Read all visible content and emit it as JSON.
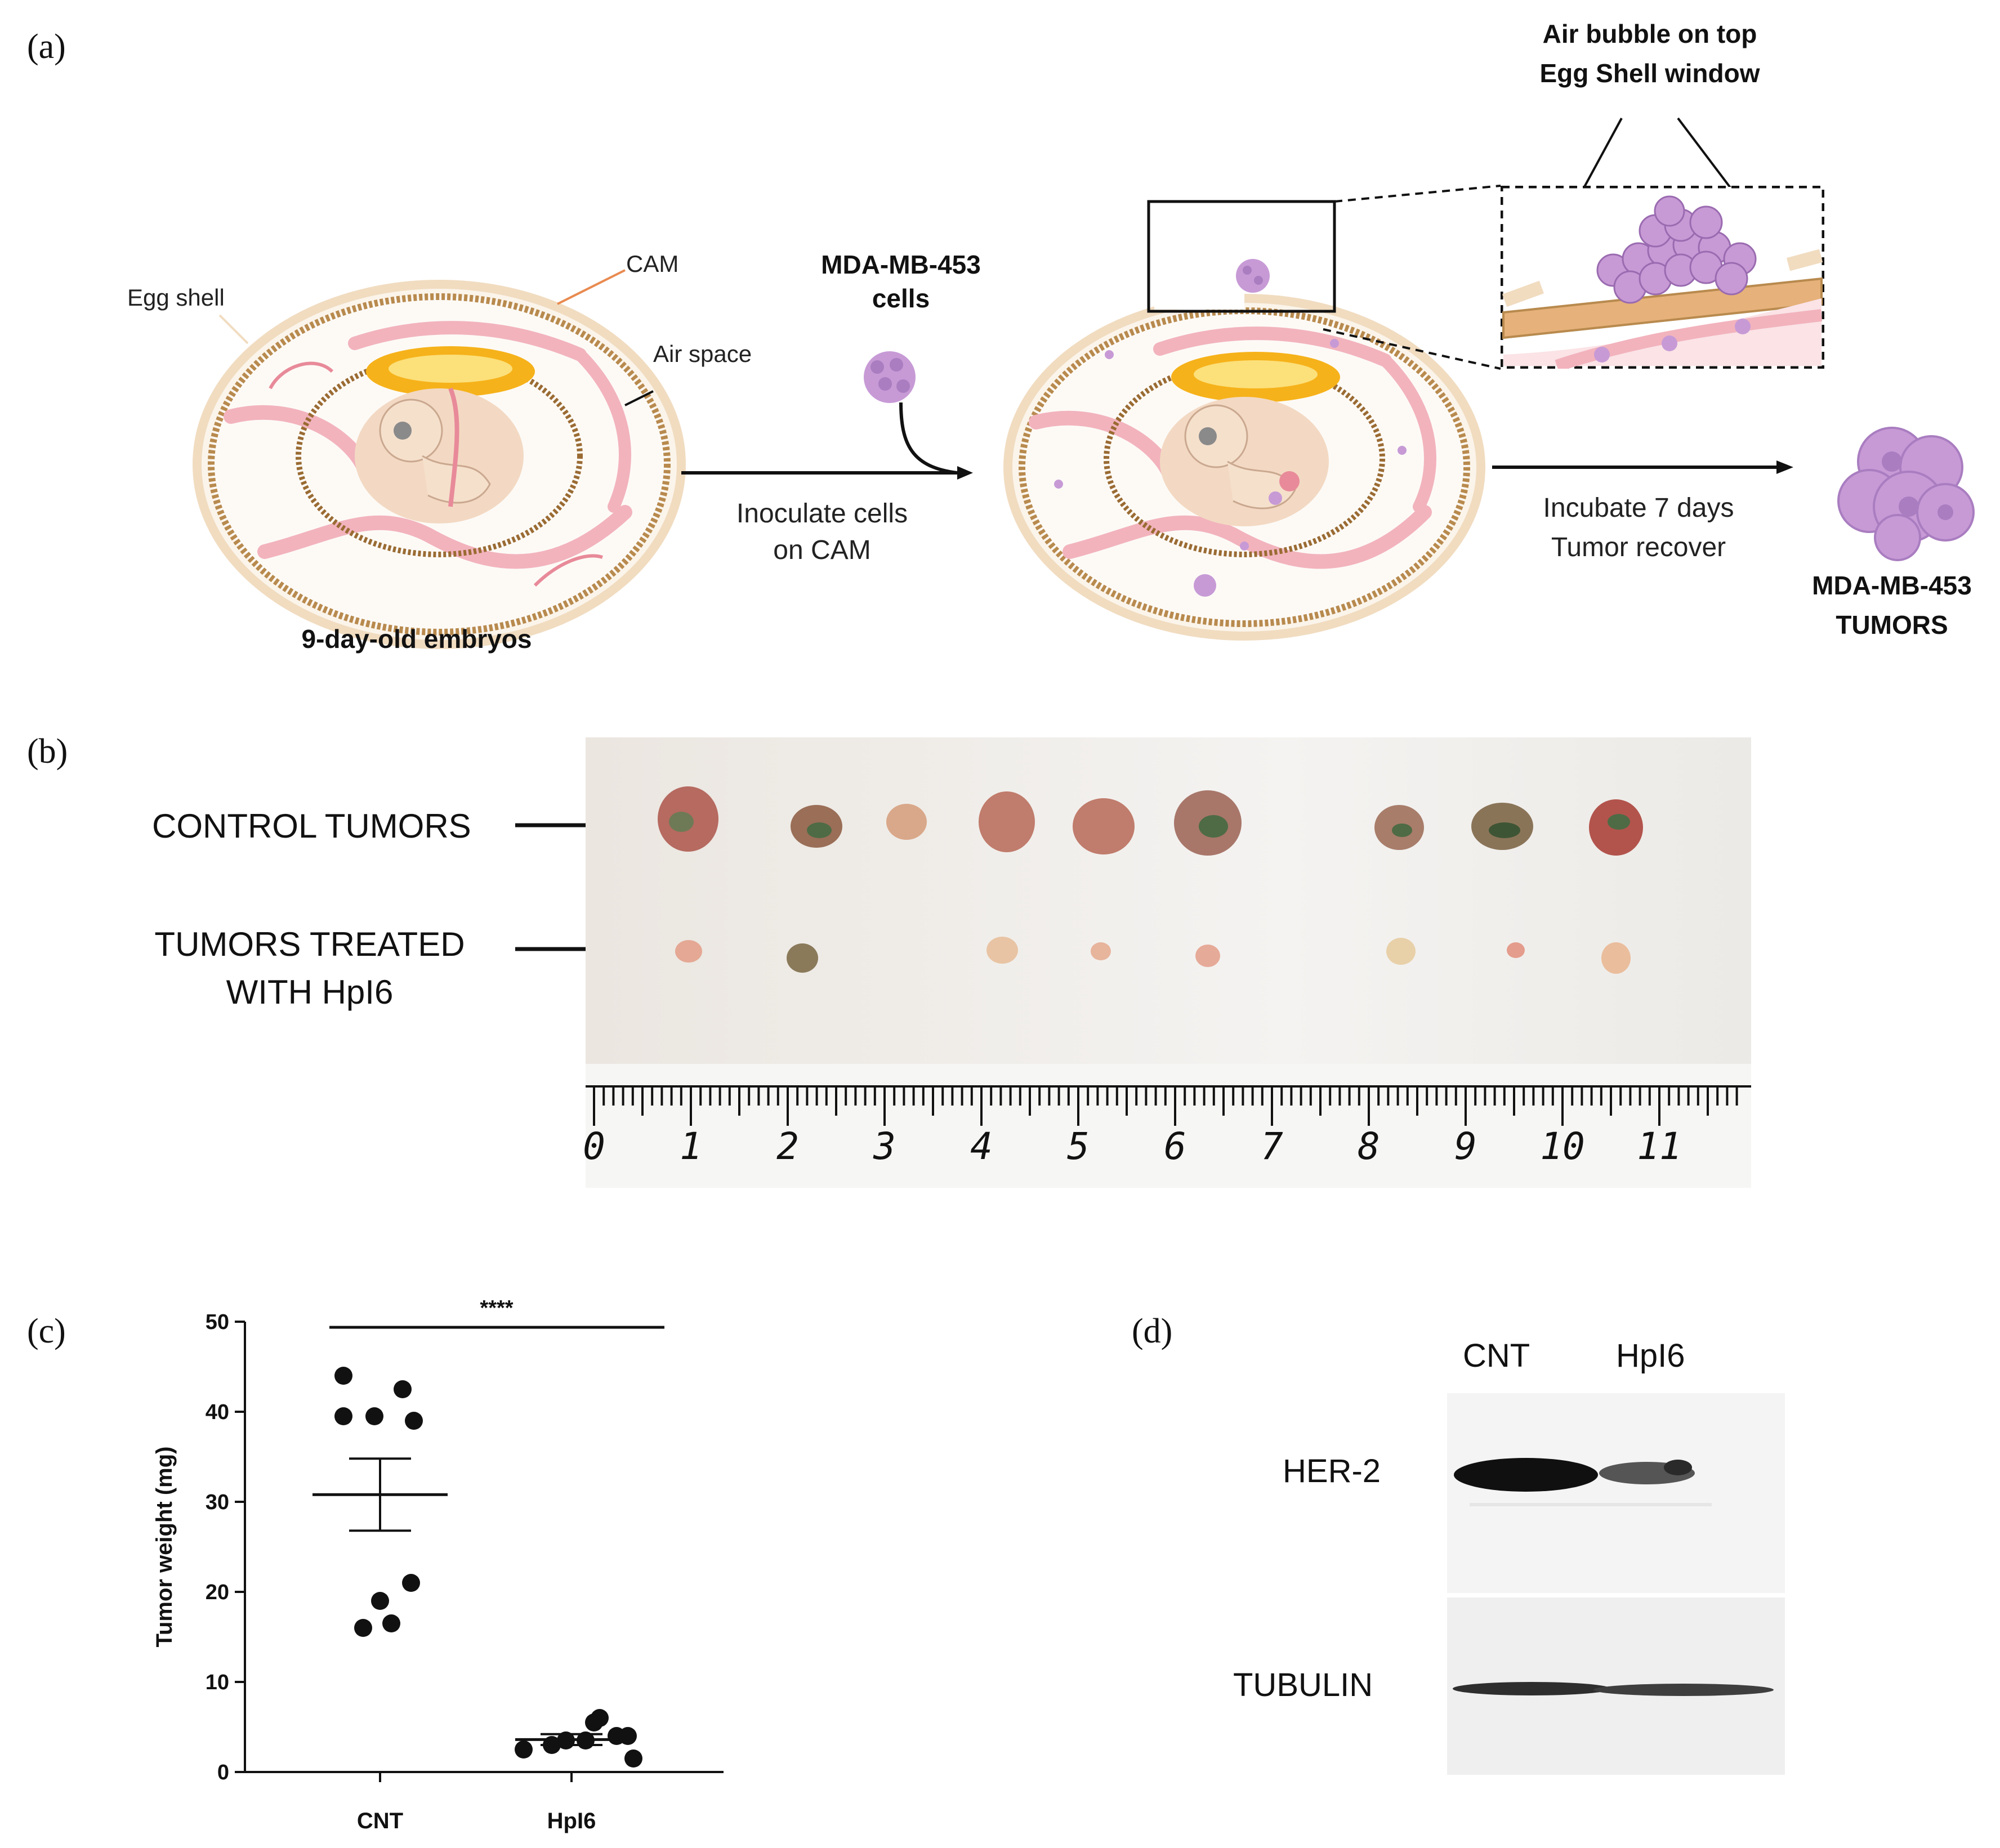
{
  "panel_labels": {
    "a": "(a)",
    "b": "(b)",
    "c": "(c)",
    "d": "(d)"
  },
  "panel_a": {
    "egg_shell": "Egg shell",
    "cam": "CAM",
    "air_space": "Air space",
    "embryo_caption": "9-day-old embryos",
    "cells_label_line1": "MDA-MB-453",
    "cells_label_line2": "cells",
    "inoculate_line1": "Inoculate cells",
    "inoculate_line2": "on CAM",
    "air_bubble_line1": "Air bubble on top",
    "air_bubble_line2": "Egg Shell window",
    "incubate_line1": "Incubate  7 days",
    "incubate_line2": "Tumor recover",
    "tumors_line1": "MDA-MB-453",
    "tumors_line2": "TUMORS"
  },
  "panel_b": {
    "control_label": "CONTROL TUMORS",
    "treated_line1": "TUMORS TREATED",
    "treated_line2": "WITH HpI6",
    "ruler_ticks": [
      "0",
      "1",
      "2",
      "3",
      "4",
      "5",
      "6",
      "7",
      "8",
      "9",
      "10",
      "11"
    ]
  },
  "panel_d": {
    "lane_cnt": "CNT",
    "lane_hpi6": "HpI6",
    "band_her2": "HER-2",
    "band_tubulin": "TUBULIN"
  },
  "chart_data": {
    "type": "scatter",
    "title": "",
    "xlabel": "",
    "ylabel": "Tumor weight (mg)",
    "categories": [
      "CNT",
      "HpI6"
    ],
    "ylim": [
      0,
      50
    ],
    "yticks": [
      0,
      10,
      20,
      30,
      40,
      50
    ],
    "significance": "****",
    "series": [
      {
        "category": "CNT",
        "values": [
          44,
          42.5,
          39.5,
          39.5,
          39,
          21,
          19,
          16.5,
          16
        ],
        "mean": 30.8,
        "sem_low": 26.8,
        "sem_high": 34.8
      },
      {
        "category": "HpI6",
        "values": [
          2.5,
          3.5,
          4,
          5.5,
          6,
          4,
          1.5,
          3,
          3.5
        ],
        "mean": 3.6,
        "sem_low": 3.0,
        "sem_high": 4.2
      }
    ]
  },
  "colors": {
    "vessel": "#f2b3bd",
    "vessel_dark": "#e88a99",
    "shell": "#f1dcc0",
    "membrane": "#b88a4e",
    "membrane_dark": "#9a6b33",
    "yolk": "#f6b21a",
    "embryo": "#f3d9c3",
    "cells": "#c79ad6",
    "photo_bg": "#f1efec"
  }
}
